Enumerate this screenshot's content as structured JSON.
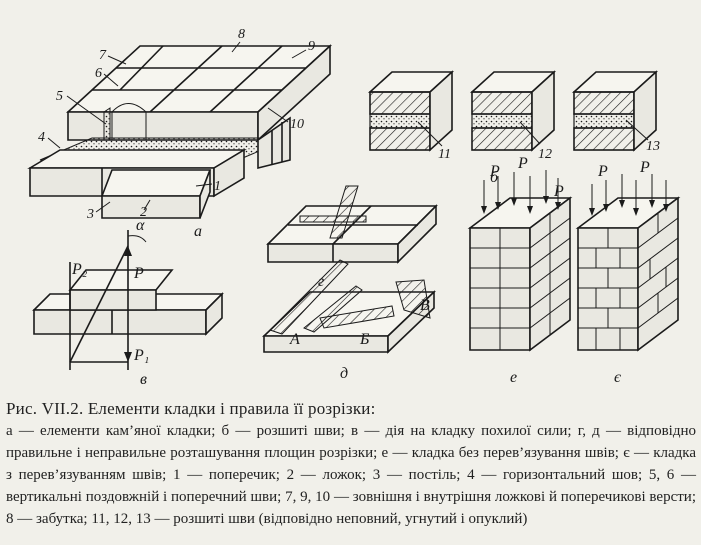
{
  "figure": {
    "labels": {
      "a": "а",
      "b": "б",
      "v": "в",
      "g": "г",
      "d": "д",
      "e": "е",
      "ye": "є",
      "n1": "1",
      "n2": "2",
      "n3": "3",
      "n4": "4",
      "n5": "5",
      "n6": "6",
      "n7": "7",
      "n8": "8",
      "n9": "9",
      "n10": "10",
      "n11": "11",
      "n12": "12",
      "n13": "13",
      "alpha": "α",
      "P": "P",
      "P1": "P₁",
      "P2": "P₂",
      "A": "А",
      "B": "Б",
      "V": "В"
    }
  },
  "caption": {
    "title": "Рис. VII.2. Елементи кладки і правила її розрізки:",
    "body": "а — елементи кам’яної кладки; б — розшиті шви; в — дія на кладку похилої сили; г, д — відповідно правильне і неправильне розташування площин розрізки; е — кладка без перев’язування швів; є — кладка з перев’язуванням швів; 1 — поперечик; 2 — ложок; 3 — постіль; 4 — горизонтальний шов; 5, 6 — вертикальні поздовжній і поперечний шви; 7, 9, 10 — зовнішня і внутрішня ложкові й поперечикові версти; 8 — забутка; 11, 12, 13 — розшиті шви (відповідно неповний, угнутий і опуклий)"
  }
}
